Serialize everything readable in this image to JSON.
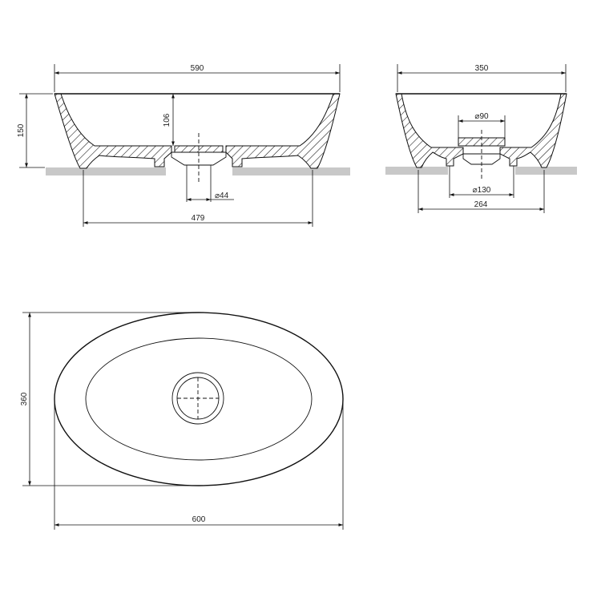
{
  "dimensions": {
    "front_width": "590",
    "front_height": "150",
    "front_inner_depth": "106",
    "drain_diameter": "⌀44",
    "foot_span": "479",
    "side_width": "350",
    "side_drain_top": "⌀90",
    "side_drain_bottom": "⌀130",
    "side_foot_span": "264",
    "top_height": "360",
    "top_width": "600"
  },
  "colors": {
    "line": "#111111",
    "countertop": "#c8c8c8"
  }
}
